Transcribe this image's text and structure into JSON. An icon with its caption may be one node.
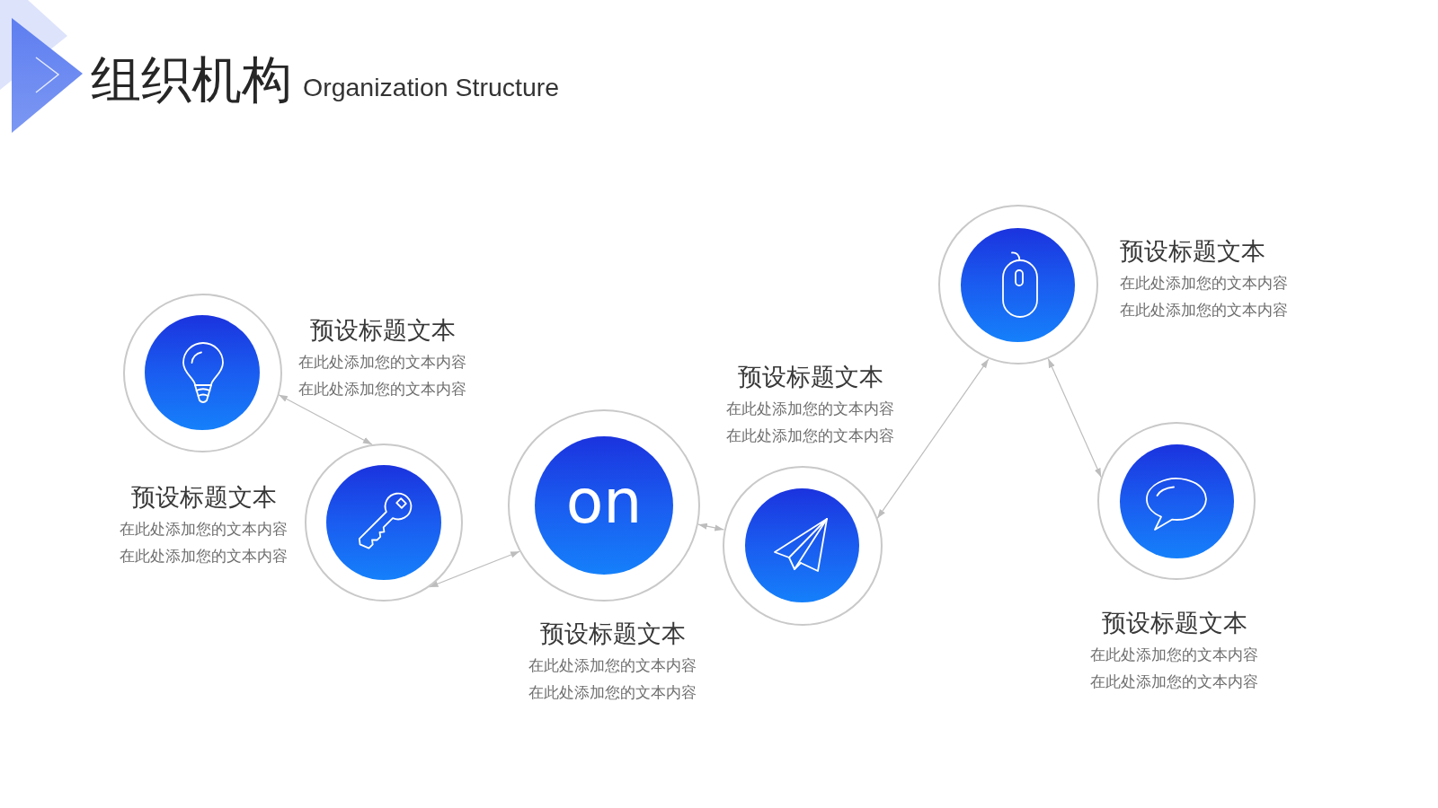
{
  "diagram": {
    "title": "组织机构",
    "nodes": [
      {
        "text": [],
        "shape": "circle",
        "beside": [
          "预设标题文本",
          "在此处添加您的文本内容",
          "在此处添加您的文本内容"
        ]
      },
      {
        "text": [],
        "shape": "circle",
        "beside": [
          "预设标题文本",
          "在此处添加您的文本内容",
          "在此处添加您的文本内容"
        ]
      },
      {
        "text": [
          "on"
        ],
        "beside": [
          "预设标题文本",
          "在此处添加您的文本内容",
          "在此处添加您的文本内容"
        ]
      },
      {
        "text": [],
        "shape": "circle",
        "beside": [
          "预设标题文本",
          "在此处添加您的文本内容",
          "在此处添加您的文本内容"
        ]
      },
      {
        "text": [],
        "shape": "circle",
        "beside": [
          "预设标题文本",
          "在此处添加您的文本内容",
          "在此处添加您的文本内容"
        ]
      },
      {
        "text": [],
        "shape": "circle",
        "beside": [
          "预设标题文本",
          "在此处添加您的文本内容",
          "在此处添加您的文本内容"
        ]
      }
    ],
    "edges": [
      {
        "from": 0,
        "to": 1,
        "arrow": "both"
      },
      {
        "from": 1,
        "to": 2,
        "arrow": "both"
      },
      {
        "from": 2,
        "to": 3,
        "arrow": "both"
      },
      {
        "from": 3,
        "to": 4,
        "arrow": "both"
      },
      {
        "from": 4,
        "to": 5,
        "arrow": "both"
      }
    ],
    "labels": [
      "Organization Structure"
    ]
  }
}
